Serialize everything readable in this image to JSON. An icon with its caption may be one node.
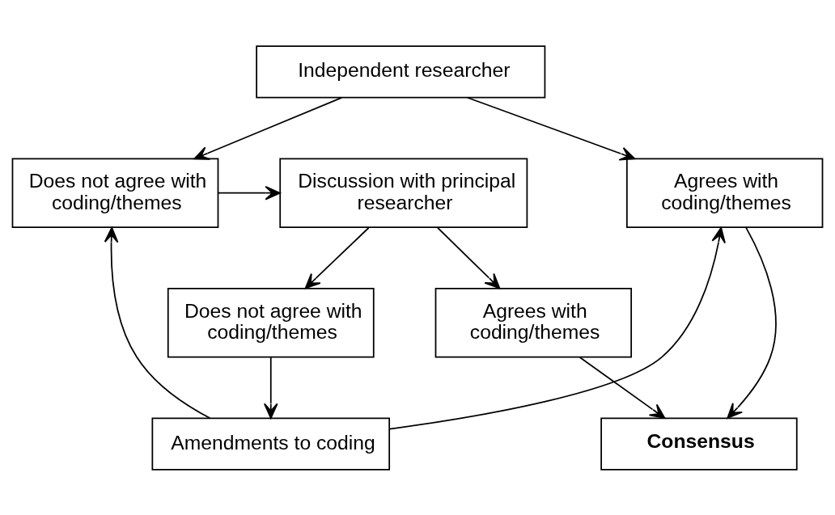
{
  "diagram": {
    "nodes": [
      {
        "text": [
          "Independent researcher"
        ]
      },
      {
        "text": [
          "Agrees with coding/themes"
        ]
      },
      {
        "text": [
          "Does not agree with coding/themes"
        ]
      },
      {
        "text": [
          "Discussion with principal researcher"
        ]
      },
      {
        "text": [
          "Amendments to coding"
        ]
      },
      {
        "text": [
          "Does not agree with coding/themes"
        ]
      },
      {
        "text": [
          "Agrees with coding/themes"
        ]
      },
      {
        "text": [
          "Consensus"
        ]
      }
    ],
    "edges": [
      {
        "from": 0,
        "to": 1,
        "arrow": "to"
      },
      {
        "from": 0,
        "to": 2,
        "arrow": "to"
      },
      {
        "from": 2,
        "to": 3,
        "arrow": "to"
      },
      {
        "from": 4,
        "to": 1,
        "arrow": "to"
      },
      {
        "from": 4,
        "to": 2,
        "arrow": "to"
      },
      {
        "from": 3,
        "to": 5,
        "arrow": "to"
      },
      {
        "from": 5,
        "to": 4,
        "arrow": "to"
      },
      {
        "from": 3,
        "to": 6,
        "arrow": "to"
      },
      {
        "from": 1,
        "to": 7,
        "arrow": "to"
      },
      {
        "from": 6,
        "to": 7,
        "arrow": "to"
      }
    ]
  }
}
